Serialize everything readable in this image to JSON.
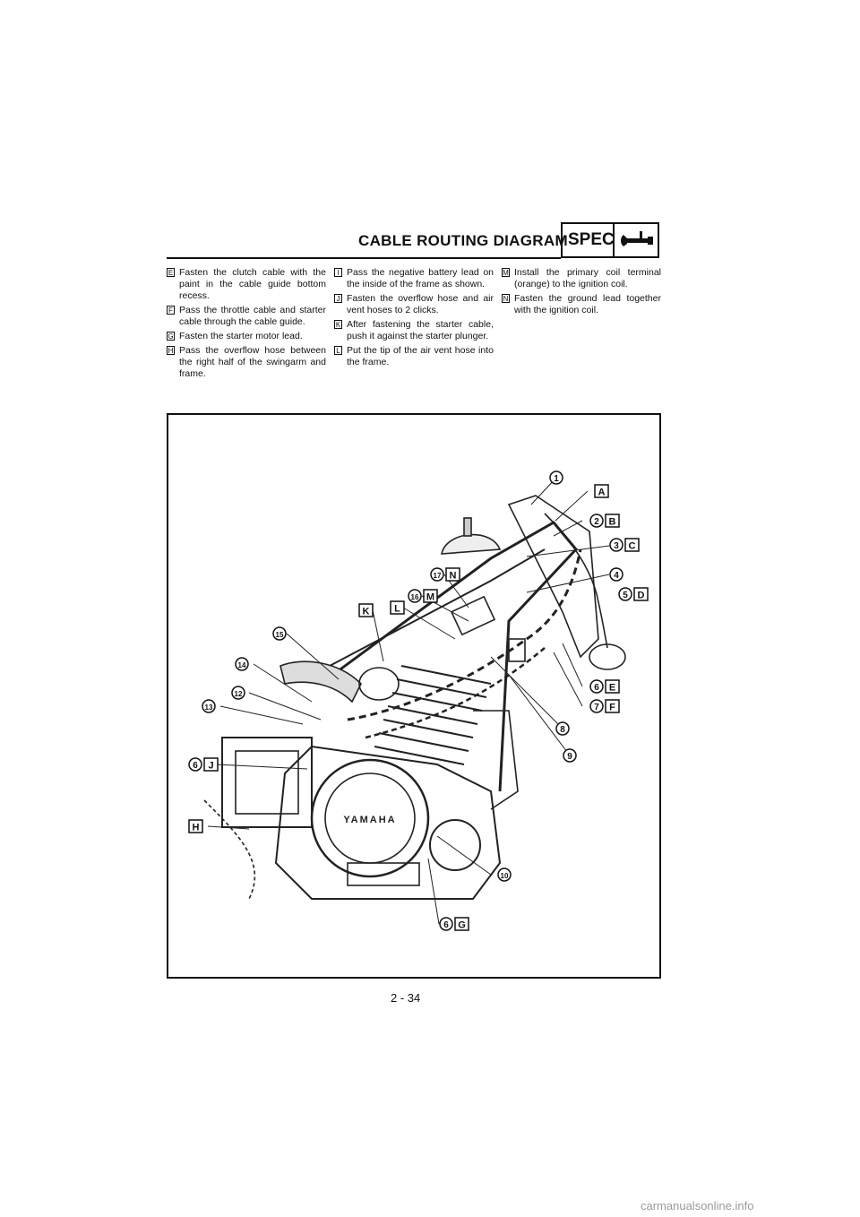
{
  "header": {
    "title": "CABLE ROUTING DIAGRAM",
    "spec_label": "SPEC"
  },
  "columns": [
    {
      "items": [
        {
          "marker": "E",
          "text": "Fasten the clutch cable with the paint in the cable guide bottom recess."
        },
        {
          "marker": "F",
          "text": "Pass the throttle cable and starter cable through the cable guide."
        },
        {
          "marker": "G",
          "text": "Fasten the starter motor lead."
        },
        {
          "marker": "H",
          "text": "Pass the overflow hose between the right half of the swingarm and frame."
        }
      ]
    },
    {
      "items": [
        {
          "marker": "I",
          "text": "Pass the negative battery lead on the inside of the frame as shown."
        },
        {
          "marker": "J",
          "text": "Fasten the overflow hose and air vent hoses to 2 clicks."
        },
        {
          "marker": "K",
          "text": "After fastening the starter cable, push it against the starter plunger."
        },
        {
          "marker": "L",
          "text": "Put the tip of the air vent hose into the frame."
        }
      ]
    },
    {
      "items": [
        {
          "marker": "M",
          "text": "Install the primary coil terminal (orange) to the ignition coil."
        },
        {
          "marker": "N",
          "text": "Fasten the ground lead together with the ignition coil."
        }
      ]
    }
  ],
  "diagram": {
    "brand_text": "YAMAHA",
    "callouts": [
      {
        "num": "1",
        "letter": ""
      },
      {
        "num": "",
        "letter": "A"
      },
      {
        "num": "2",
        "letter": "B"
      },
      {
        "num": "3",
        "letter": "C"
      },
      {
        "num": "4",
        "letter": ""
      },
      {
        "num": "5",
        "letter": "D"
      },
      {
        "num": "6",
        "letter": "E"
      },
      {
        "num": "7",
        "letter": "F"
      },
      {
        "num": "8",
        "letter": ""
      },
      {
        "num": "9",
        "letter": ""
      },
      {
        "num": "10",
        "letter": ""
      },
      {
        "num": "6",
        "letter": "G"
      },
      {
        "num": "",
        "letter": "H"
      },
      {
        "num": "6",
        "letter": "J"
      },
      {
        "num": "13",
        "letter": ""
      },
      {
        "num": "12",
        "letter": ""
      },
      {
        "num": "14",
        "letter": ""
      },
      {
        "num": "15",
        "letter": ""
      },
      {
        "num": "",
        "letter": "K"
      },
      {
        "num": "",
        "letter": "L"
      },
      {
        "num": "16",
        "letter": "M"
      },
      {
        "num": "17",
        "letter": "N"
      }
    ]
  },
  "footer": {
    "page_number": "2 - 34",
    "watermark": "carmanualsonline.info"
  }
}
